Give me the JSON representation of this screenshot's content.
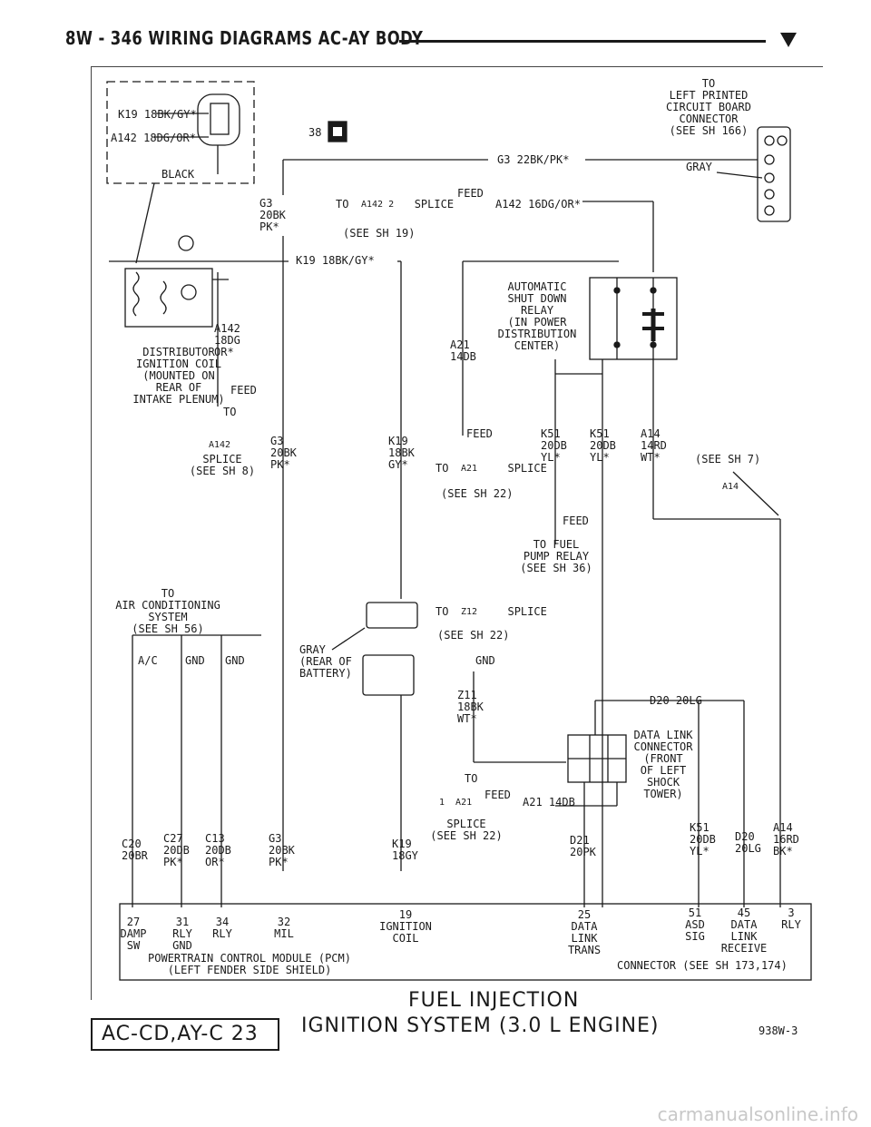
{
  "header": {
    "title": "8W - 346   WIRING DIAGRAMS AC-AY BODY"
  },
  "labels": {
    "left_printed": "TO\nLEFT PRINTED\nCIRCUIT BOARD\nCONNECTOR\n(SEE SH 166)",
    "conn_k19": "K19 18BK/GY*",
    "conn_a142": "A142 18DG/OR*",
    "black": "BLACK",
    "conn_38": "38",
    "g3_top": "G3 22BK/PK*",
    "gray_top": "GRAY",
    "g3_left_a": "G3\n20BK\nPK*",
    "splice_a142_2": "TO          SPLICE",
    "splice_a142_2_tag": "A142 2",
    "feed_1": "FEED",
    "a142_16": "A142 16DG/OR*",
    "see_sh19": "(SEE SH 19)",
    "k19_gy": "K19 18BK/GY*",
    "asd_relay": "AUTOMATIC\nSHUT DOWN\nRELAY\n(IN POWER\nDISTRIBUTION\nCENTER)",
    "a21_14": "A21\n14DB",
    "a142_18": "A142\n18DG\nOR*",
    "dist_coil": "DISTRIBUTOR\nIGNITION COIL\n(MOUNTED ON\nREAR OF\nINTAKE PLENUM)",
    "feed_2": "FEED",
    "to_1": "TO",
    "a142_tag": "A142",
    "splice_sh8": "SPLICE\n(SEE SH 8)",
    "g3_left_b": "G3\n20BK\nPK*",
    "k19_18bk": "K19\n18BK\nGY*",
    "feed_3": "FEED",
    "to_a21_splice": "TO         SPLICE",
    "a21_tag": "A21",
    "see_sh22_a": "(SEE SH 22)",
    "k51_a": "K51\n20DB\nYL*",
    "k51_b": "K51\n20DB\nYL*",
    "a14_14": "A14\n14RD\nWT*",
    "see_sh7": "(SEE SH 7)",
    "a14_tag": "A14",
    "feed_4": "FEED",
    "fuel_pump": "TO FUEL\nPUMP RELAY\n(SEE SH 36)",
    "to_ac": "TO\nAIR CONDITIONING\nSYSTEM\n(SEE SH 56)",
    "ac": "A/C",
    "gnd_1": "GND",
    "gnd_2": "GND",
    "gray_battery": "GRAY\n(REAR OF\nBATTERY)",
    "to_z12_splice": "TO         SPLICE",
    "z12_tag": "Z12",
    "see_sh22_b": "(SEE SH 22)",
    "gnd_3": "GND",
    "z11": "Z11\n18BK\nWT*",
    "d20_top": "D20 20LG",
    "data_link": "DATA LINK\nCONNECTOR\n(FRONT\nOF LEFT\nSHOCK\nTOWER)",
    "to_2": "TO",
    "feed_5": "FEED",
    "splice_tag": "1  A21",
    "a21_14db": "A21 14DB",
    "splice_sh22": "SPLICE\n(SEE SH 22)",
    "c20": "C20\n20BR",
    "c27": "C27\n20DB\nPK*",
    "c13": "C13\n20DB\nOR*",
    "g3_bottom": "G3\n20BK\nPK*",
    "k19_bottom": "K19\n18GY",
    "d21": "D21\n20PK",
    "k51_bottom": "K51\n20DB\nYL*",
    "d20_bottom": "D20\n20LG",
    "a14_bottom": "A14\n16RD\nBK*",
    "pin_27": "27\nDAMP\nSW",
    "pin_31": "31\nRLY\nGND",
    "pin_34": "34\nRLY",
    "pin_32": "32\nMIL",
    "pin_19": "19\nIGNITION\nCOIL",
    "pin_25": "25\nDATA\nLINK\nTRANS",
    "pin_51": "51\nASD\nSIG",
    "pin_45": "45\nDATA\nLINK\nRECEIVE",
    "pin_3": "3\nRLY",
    "pcm": "POWERTRAIN CONTROL MODULE (PCM)\n(LEFT FENDER SIDE SHIELD)",
    "pcm_connector": "CONNECTOR (SEE SH 173,174)"
  },
  "footer": {
    "box": "AC-CD,AY-C 23",
    "title_line1": "FUEL INJECTION",
    "title_line2": "IGNITION SYSTEM (3.0 L ENGINE)",
    "code": "938W-3",
    "watermark": "carmanualsonline.info"
  }
}
